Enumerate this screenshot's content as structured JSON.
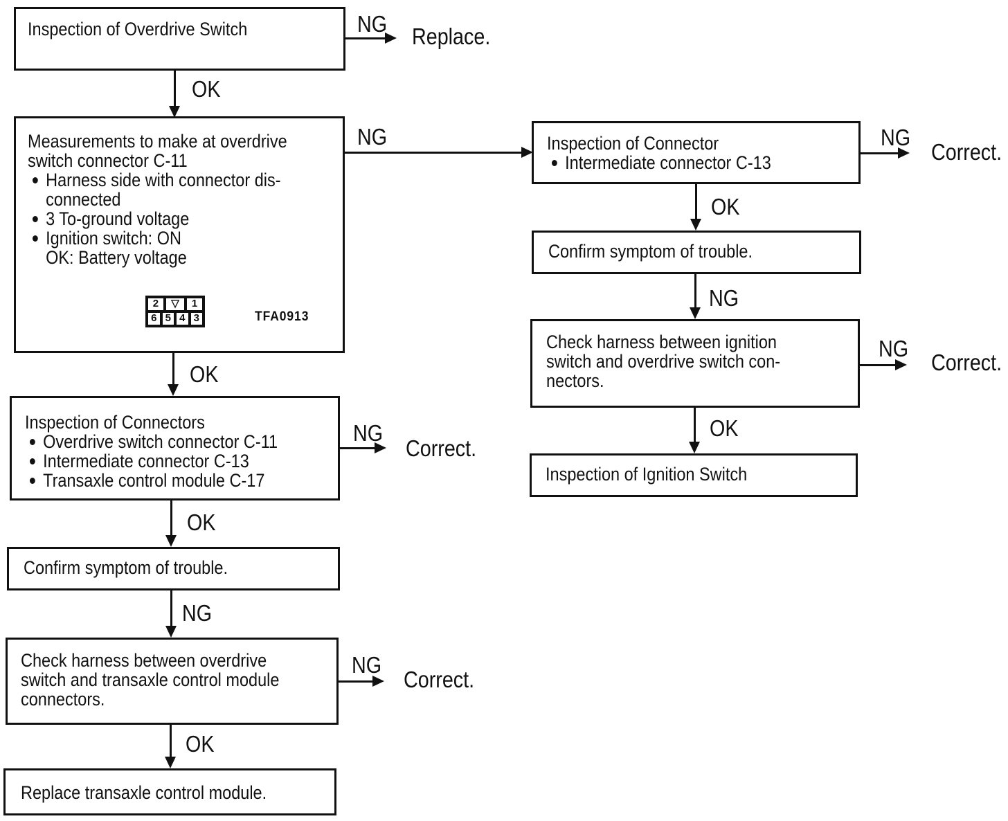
{
  "labels": {
    "ng": "NG",
    "ok": "OK"
  },
  "terminals": {
    "replace": "Replace.",
    "correct": "Correct."
  },
  "figure": {
    "code": "TFA0913",
    "pins_top": [
      "2",
      "▽",
      "1"
    ],
    "pins_bottom": [
      "6",
      "5",
      "4",
      "3"
    ]
  },
  "boxes": {
    "inspect_overdrive": {
      "lines": [
        "Inspection of Overdrive Switch"
      ]
    },
    "measurements": {
      "lines": [
        "Measurements to make at overdrive",
        "switch connector C-11"
      ],
      "bullets": [
        {
          "lines": [
            "Harness side with connector dis-",
            "connected"
          ]
        },
        {
          "lines": [
            "3 To-ground voltage"
          ]
        },
        {
          "lines": [
            "Ignition switch: ON",
            "OK: Battery voltage"
          ]
        }
      ]
    },
    "inspect_connectors": {
      "lines": [
        "Inspection of Connectors"
      ],
      "bullets": [
        {
          "lines": [
            "Overdrive switch connector C-11"
          ]
        },
        {
          "lines": [
            "Intermediate connector C-13"
          ]
        },
        {
          "lines": [
            "Transaxle control module C-17"
          ]
        }
      ]
    },
    "confirm_left": {
      "lines": [
        "Confirm symptom of trouble."
      ]
    },
    "check_left": {
      "lines": [
        "Check harness between overdrive",
        "switch and transaxle control module",
        "connectors."
      ]
    },
    "replace_tcm": {
      "lines": [
        "Replace transaxle control module."
      ]
    },
    "inspect_connector": {
      "lines": [
        "Inspection of Connector"
      ],
      "bullets": [
        {
          "lines": [
            "Intermediate connector C-13"
          ]
        }
      ]
    },
    "confirm_right": {
      "lines": [
        "Confirm symptom of trouble."
      ]
    },
    "check_right": {
      "lines": [
        "Check harness between ignition",
        "switch and overdrive switch con-",
        "nectors."
      ]
    },
    "inspect_ignition": {
      "lines": [
        "Inspection of Ignition Switch"
      ]
    }
  }
}
